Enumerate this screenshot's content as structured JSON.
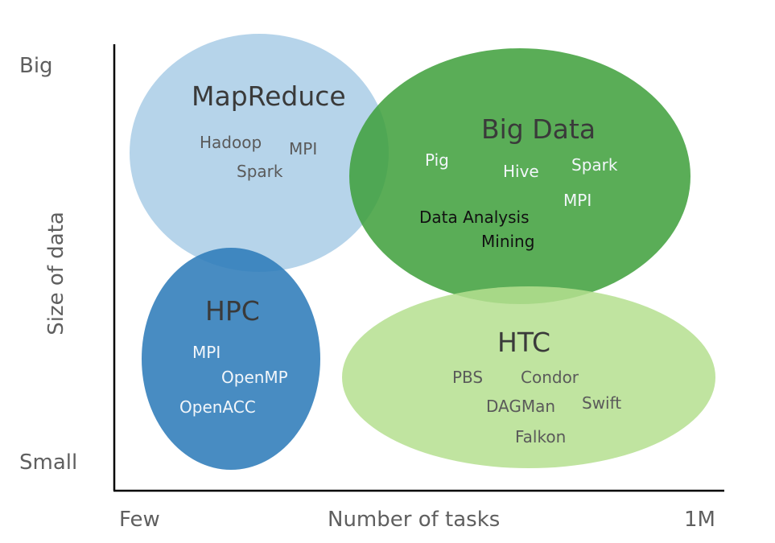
{
  "axes": {
    "y_label": "Size of data",
    "y_top": "Big",
    "y_bottom": "Small",
    "x_label": "Number of tasks",
    "x_left": "Few",
    "x_right": "1M"
  },
  "regions": {
    "mapreduce": {
      "title": "MapReduce",
      "items": [
        "Hadoop",
        "MPI",
        "Spark"
      ],
      "color": "#a9cde6"
    },
    "bigdata": {
      "title": "Big Data",
      "items": [
        "Pig",
        "Hive",
        "Spark",
        "MPI",
        "Data Analysis",
        "Mining"
      ],
      "color": "#3d9f3a"
    },
    "hpc": {
      "title": "HPC",
      "items": [
        "MPI",
        "OpenMP",
        "OpenACC"
      ],
      "color": "#2f7cb9"
    },
    "htc": {
      "title": "HTC",
      "items": [
        "PBS",
        "Condor",
        "DAGMan",
        "Swift",
        "Falkon"
      ],
      "color": "#b5df8f"
    }
  }
}
